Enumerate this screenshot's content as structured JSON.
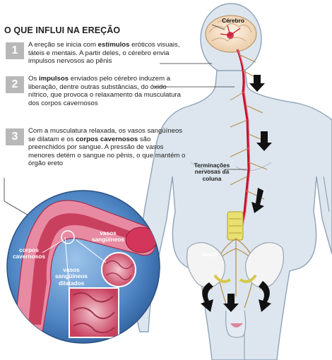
{
  "title": "O QUE INFLUI NA EREÇÃO",
  "steps": [
    {
      "number": "1",
      "text_before": "A ereção se inicia com ",
      "bold": "estímulos",
      "text_after": " eróticos visuais, táteis e mentais. A partir deles, o cérebro envia impulsos nervosos ao pênis"
    },
    {
      "number": "2",
      "text_before": "Os ",
      "bold": "impulsos",
      "text_after": " enviados pelo cérebro induzem a liberação, dentre outras substâncias, do óxido nítrico, que provoca o relaxamento da musculatura dos corpos cavernosos"
    },
    {
      "number": "3",
      "text_before": "Com a musculatura relaxada, os vasos sangüíneos se dilatam e os ",
      "bold": "corpos cavernosos",
      "text_after": " são preenchidos por sangue. A pressão de vasos menores detém o sangue no pênis, o que mantém o órgão ereto"
    }
  ],
  "labels": {
    "cerebro": "Cérebro",
    "terminacoes": "Terminações nervosas da coluna",
    "bacia": "bacia",
    "corpos_cavernosos": "corpos cavernosos",
    "vasos_sanguineos": "vasos sangüíneos",
    "vasos_dilatados": "vasos sangüíneos dilatados"
  },
  "colors": {
    "body_fill": "#dde6ee",
    "body_outline": "#8fa3b8",
    "nerve": "#b98a4a",
    "spine_red": "#c8102e",
    "arrow": "#111111",
    "inset_bg": "#4a7fbf",
    "tissue": "#d85a7a",
    "number_box": "#b8b8b8"
  }
}
